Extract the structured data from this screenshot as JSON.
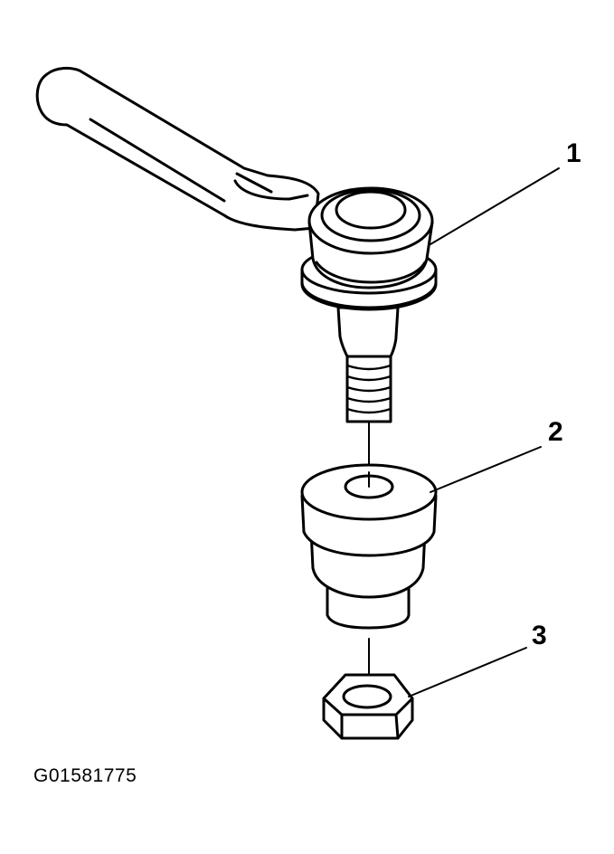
{
  "callouts": [
    {
      "id": "1",
      "label": "1"
    },
    {
      "id": "2",
      "label": "2"
    },
    {
      "id": "3",
      "label": "3"
    }
  ],
  "figure_id": "G01581775",
  "colors": {
    "ink": "#000000",
    "paper": "#ffffff"
  }
}
